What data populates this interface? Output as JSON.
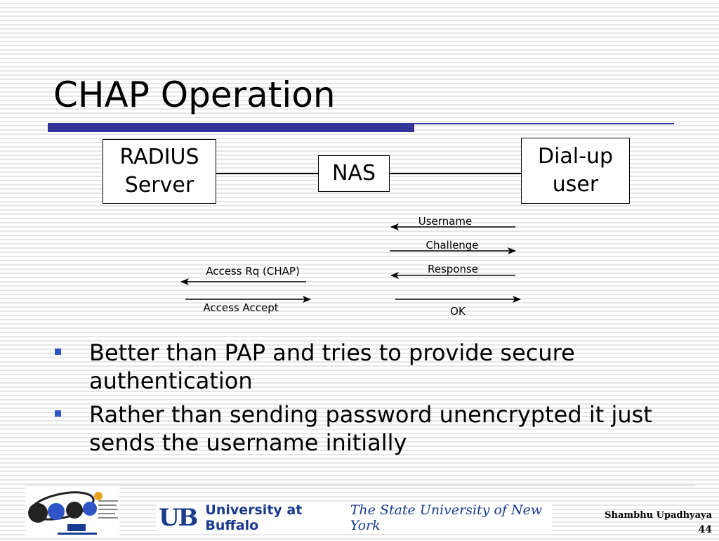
{
  "slide": {
    "title": "CHAP Operation",
    "nodes": {
      "radius_server": "RADIUS\nServer",
      "nas": "NAS",
      "dialup_user": "Dial-up\nuser"
    },
    "messages": [
      {
        "label": "Username",
        "from": "dialup_user",
        "to": "nas"
      },
      {
        "label": "Challenge",
        "from": "nas",
        "to": "dialup_user"
      },
      {
        "label": "Response",
        "from": "dialup_user",
        "to": "nas"
      },
      {
        "label": "Access Rq (CHAP)",
        "from": "nas",
        "to": "radius_server"
      },
      {
        "label": "Access Accept",
        "from": "radius_server",
        "to": "nas"
      },
      {
        "label": "OK",
        "from": "nas",
        "to": "dialup_user"
      }
    ],
    "bullets": [
      "Better than PAP and tries to provide secure authentication",
      "Rather than sending password unencrypted it just sends the username initially"
    ],
    "footer": {
      "ub_letters": "UB",
      "university": "University at Buffalo",
      "state_university": "The State University of New York",
      "author": "Shambhu Upadhyaya",
      "slide_number": "44"
    },
    "colors": {
      "title_rule": "#333399",
      "bullet": "#2e54c8",
      "ub_blue": "#1a3a8f"
    }
  }
}
